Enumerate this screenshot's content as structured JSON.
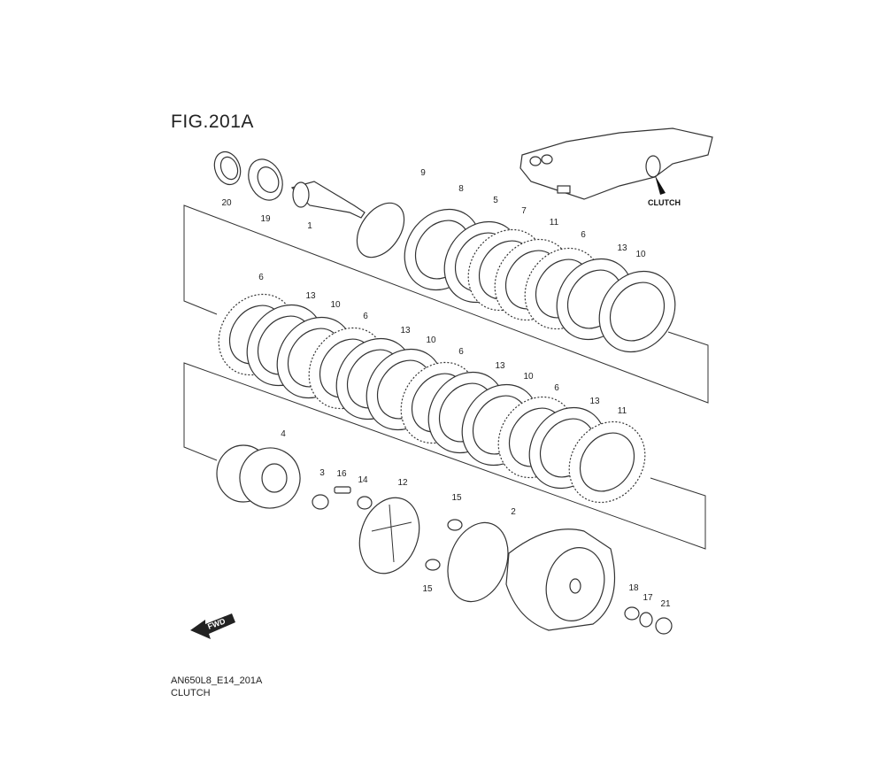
{
  "figure": {
    "title": "FIG.201A",
    "code": "AN650L8_E14_201A",
    "caption": "CLUTCH"
  },
  "inset": {
    "label": "CLUTCH"
  },
  "direction_marker": {
    "label": "FWD"
  },
  "callouts": [
    "20",
    "19",
    "1",
    "9",
    "8",
    "5",
    "7",
    "11",
    "6",
    "13",
    "10",
    "6",
    "13",
    "10",
    "6",
    "13",
    "10",
    "6",
    "13",
    "10",
    "6",
    "13",
    "11",
    "4",
    "3",
    "16",
    "14",
    "12",
    "15",
    "2",
    "15",
    "18",
    "17",
    "21"
  ]
}
